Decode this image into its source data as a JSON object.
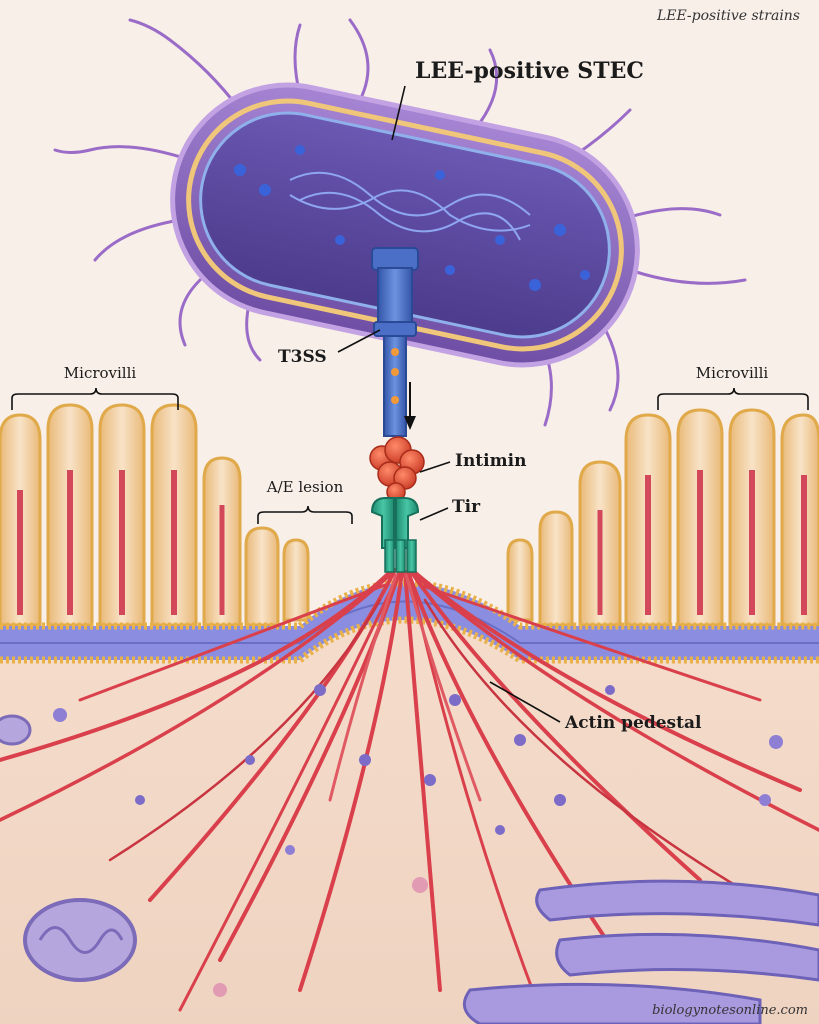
{
  "corner_label": "LEE-positive strains",
  "credit": "biologynotesonline.com",
  "labels": {
    "bacterium": "LEE-positive STEC",
    "t3ss": "T3SS",
    "intimin": "Intimin",
    "tir": "Tir",
    "lesion": "A/E lesion",
    "microvilli_left": "Microvilli",
    "microvilli_right": "Microvilli",
    "actin": "Actin pedestal"
  },
  "colors": {
    "background": "#f7ede6",
    "cytoplasm": "#f2d9c8",
    "membrane_heads": "#e8b14a",
    "membrane_core": "#7f7fd1",
    "bacterium_body": "#8a63b8",
    "bacterium_interior": "#6b4fa8",
    "flagella": "#9a6cc8",
    "t3ss": "#4b6fc6",
    "intimin": "#e2553a",
    "tir": "#2fa58a",
    "actin": "#d9404b",
    "mitochondria": "#9b8fd0",
    "er": "#9c8ed6"
  }
}
